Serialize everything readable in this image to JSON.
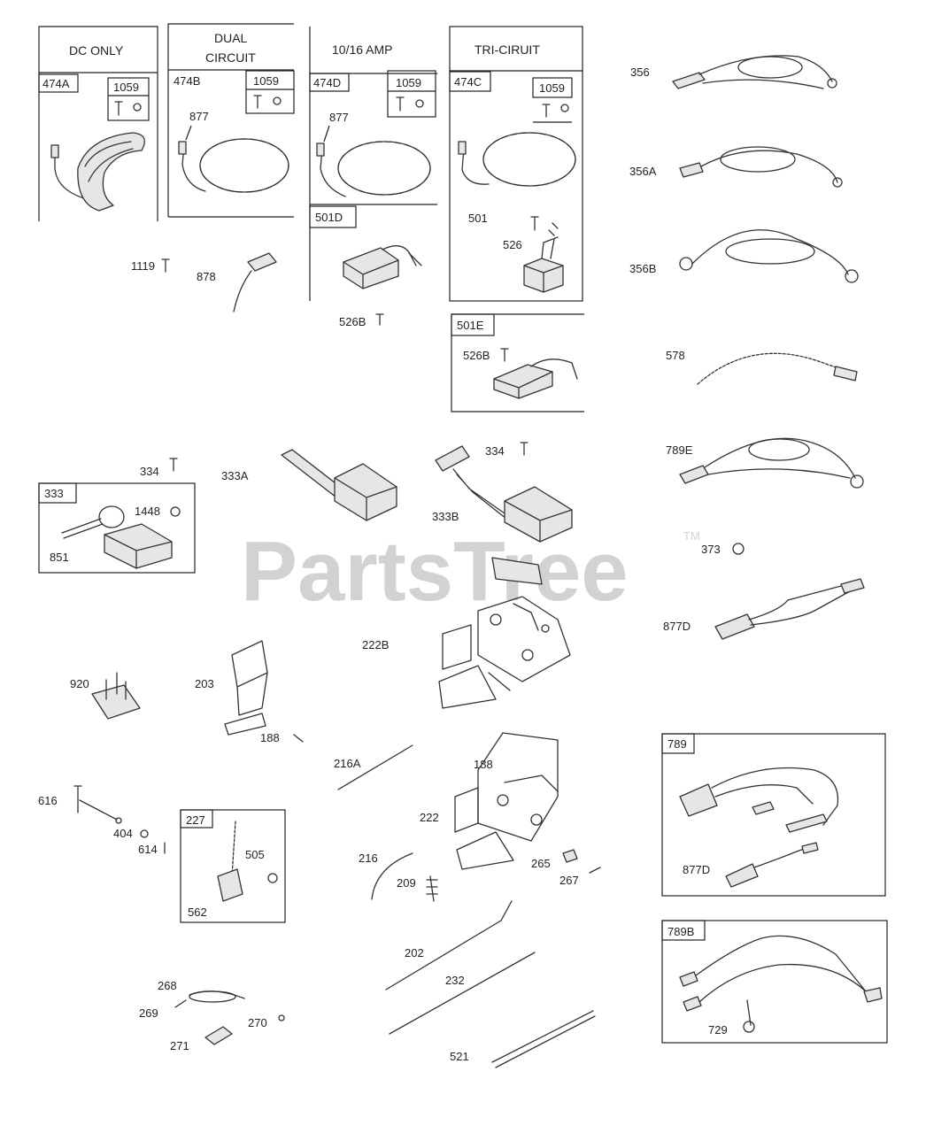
{
  "watermark": {
    "text": "PartsTree",
    "tm": "TM"
  },
  "headers": {
    "dc_only": "DC ONLY",
    "dual_1": "DUAL",
    "dual_2": "CIRCUIT",
    "amp": "10/16 AMP",
    "tri": "TRI-CIRUIT"
  },
  "labels": {
    "p474A": "474A",
    "p474B": "474B",
    "p474D": "474D",
    "p474C": "474C",
    "p1059a": "1059",
    "p1059b": "1059",
    "p1059c": "1059",
    "p1059d": "1059",
    "p877a": "877",
    "p877b": "877",
    "p501D": "501D",
    "p501": "501",
    "p526": "526",
    "p526B_a": "526B",
    "p501E": "501E",
    "p526B_b": "526B",
    "p1119": "1119",
    "p878": "878",
    "p356": "356",
    "p356A": "356A",
    "p356B": "356B",
    "p578": "578",
    "p789E": "789E",
    "p373": "373",
    "p877D_a": "877D",
    "p334a": "334",
    "p333": "333",
    "p1448": "1448",
    "p851": "851",
    "p333A": "333A",
    "p334b": "334",
    "p333B": "333B",
    "p222B": "222B",
    "p920": "920",
    "p203": "203",
    "p188a": "188",
    "p216A": "216A",
    "p188b": "188",
    "p222": "222",
    "p616": "616",
    "p404": "404",
    "p614": "614",
    "p227": "227",
    "p505": "505",
    "p562": "562",
    "p216": "216",
    "p209": "209",
    "p265": "265",
    "p267": "267",
    "p202": "202",
    "p232": "232",
    "p521": "521",
    "p268": "268",
    "p269": "269",
    "p270": "270",
    "p271": "271",
    "p789": "789",
    "p877D_b": "877D",
    "p789B": "789B",
    "p729": "729"
  }
}
